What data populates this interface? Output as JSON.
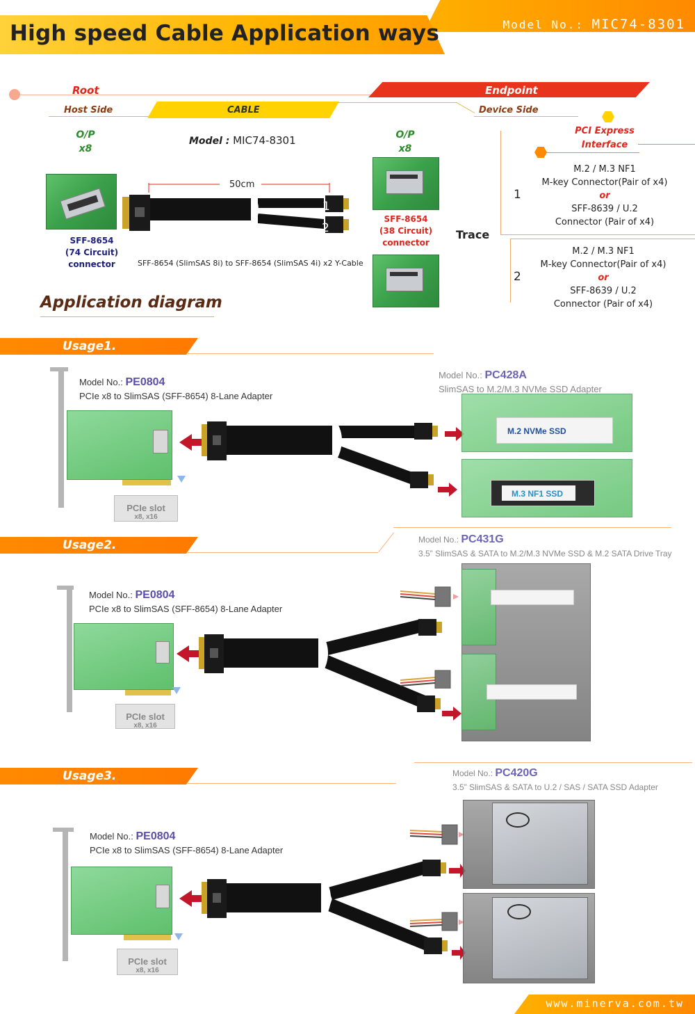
{
  "header": {
    "title": "High speed Cable Application ways",
    "model_prefix": "Model No.:",
    "model_value": "MIC74-8301"
  },
  "overview": {
    "root_label": "Root",
    "endpoint_label": "Endpoint",
    "host_side_label": "Host Side",
    "cable_label": "CABLE",
    "device_side_label": "Device Side",
    "op_left": "O/P",
    "op_left_lanes": "x8",
    "op_right": "O/P",
    "op_right_lanes": "x8",
    "model_label": "Model :",
    "model_value": "MIC74-8301",
    "length_label": "50cm",
    "cable_num_1": "1",
    "cable_num_2": "2",
    "host_connector_line1": "SFF-8654",
    "host_connector_line2": "(74 Circuit)",
    "host_connector_line3": "connector",
    "device_connector_line1": "SFF-8654",
    "device_connector_line2": "(38 Circuit)",
    "device_connector_line3": "connector",
    "cable_description": "SFF-8654 (SlimSAS 8i) to SFF-8654 (SlimSAS 4i) x2 Y-Cable",
    "trace_label": "Trace",
    "pcie_interface_line1": "PCI Express",
    "pcie_interface_line2": "Interface",
    "app_diagram_title": "Application diagram",
    "targets": [
      {
        "number": "1",
        "line1": "M.2 / M.3 NF1",
        "line2": "M-key Connector(Pair of x4)",
        "or": "or",
        "line3": "SFF-8639 / U.2",
        "line4": "Connector (Pair of x4)"
      },
      {
        "number": "2",
        "line1": "M.2 / M.3 NF1",
        "line2": "M-key Connector(Pair of x4)",
        "or": "or",
        "line3": "SFF-8639 / U.2",
        "line4": "Connector (Pair of x4)"
      }
    ]
  },
  "usages": [
    {
      "title": "Usage1.",
      "host": {
        "prefix": "Model No.:",
        "model": "PE0804",
        "desc": "PCIe x8 to SlimSAS (SFF-8654) 8-Lane Adapter"
      },
      "slot": {
        "line1": "PCIe slot",
        "line2": "x8, x16"
      },
      "device": {
        "prefix": "Model No.:",
        "model": "PC428A",
        "desc": "SlimSAS to M.2/M.3 NVMe SSD Adapter"
      },
      "ssd1": "M.2 NVMe SSD",
      "ssd2": "M.3 NF1 SSD"
    },
    {
      "title": "Usage2.",
      "host": {
        "prefix": "Model No.:",
        "model": "PE0804",
        "desc": "PCIe x8 to SlimSAS (SFF-8654) 8-Lane Adapter"
      },
      "slot": {
        "line1": "PCIe slot",
        "line2": "x8, x16"
      },
      "device": {
        "prefix": "Model No.:",
        "model": "PC431G",
        "desc": "3.5” SlimSAS & SATA to M.2/M.3 NVMe SSD & M.2 SATA Drive Tray"
      }
    },
    {
      "title": "Usage3.",
      "host": {
        "prefix": "Model No.:",
        "model": "PE0804",
        "desc": "PCIe x8 to SlimSAS (SFF-8654) 8-Lane Adapter"
      },
      "slot": {
        "line1": "PCIe slot",
        "line2": "x8, x16"
      },
      "device": {
        "prefix": "Model No.:",
        "model": "PC420G",
        "desc": "3.5” SlimSAS & SATA to U.2 / SAS / SATA SSD Adapter"
      }
    }
  ],
  "footer": {
    "url": "www.minerva.com.tw"
  },
  "colors": {
    "orange": "#ff8a00",
    "red": "#e1251b",
    "yellow": "#ffd200",
    "green": "#2e8b2e",
    "navy": "#1b1f7a",
    "purple": "#5a4ea8"
  }
}
